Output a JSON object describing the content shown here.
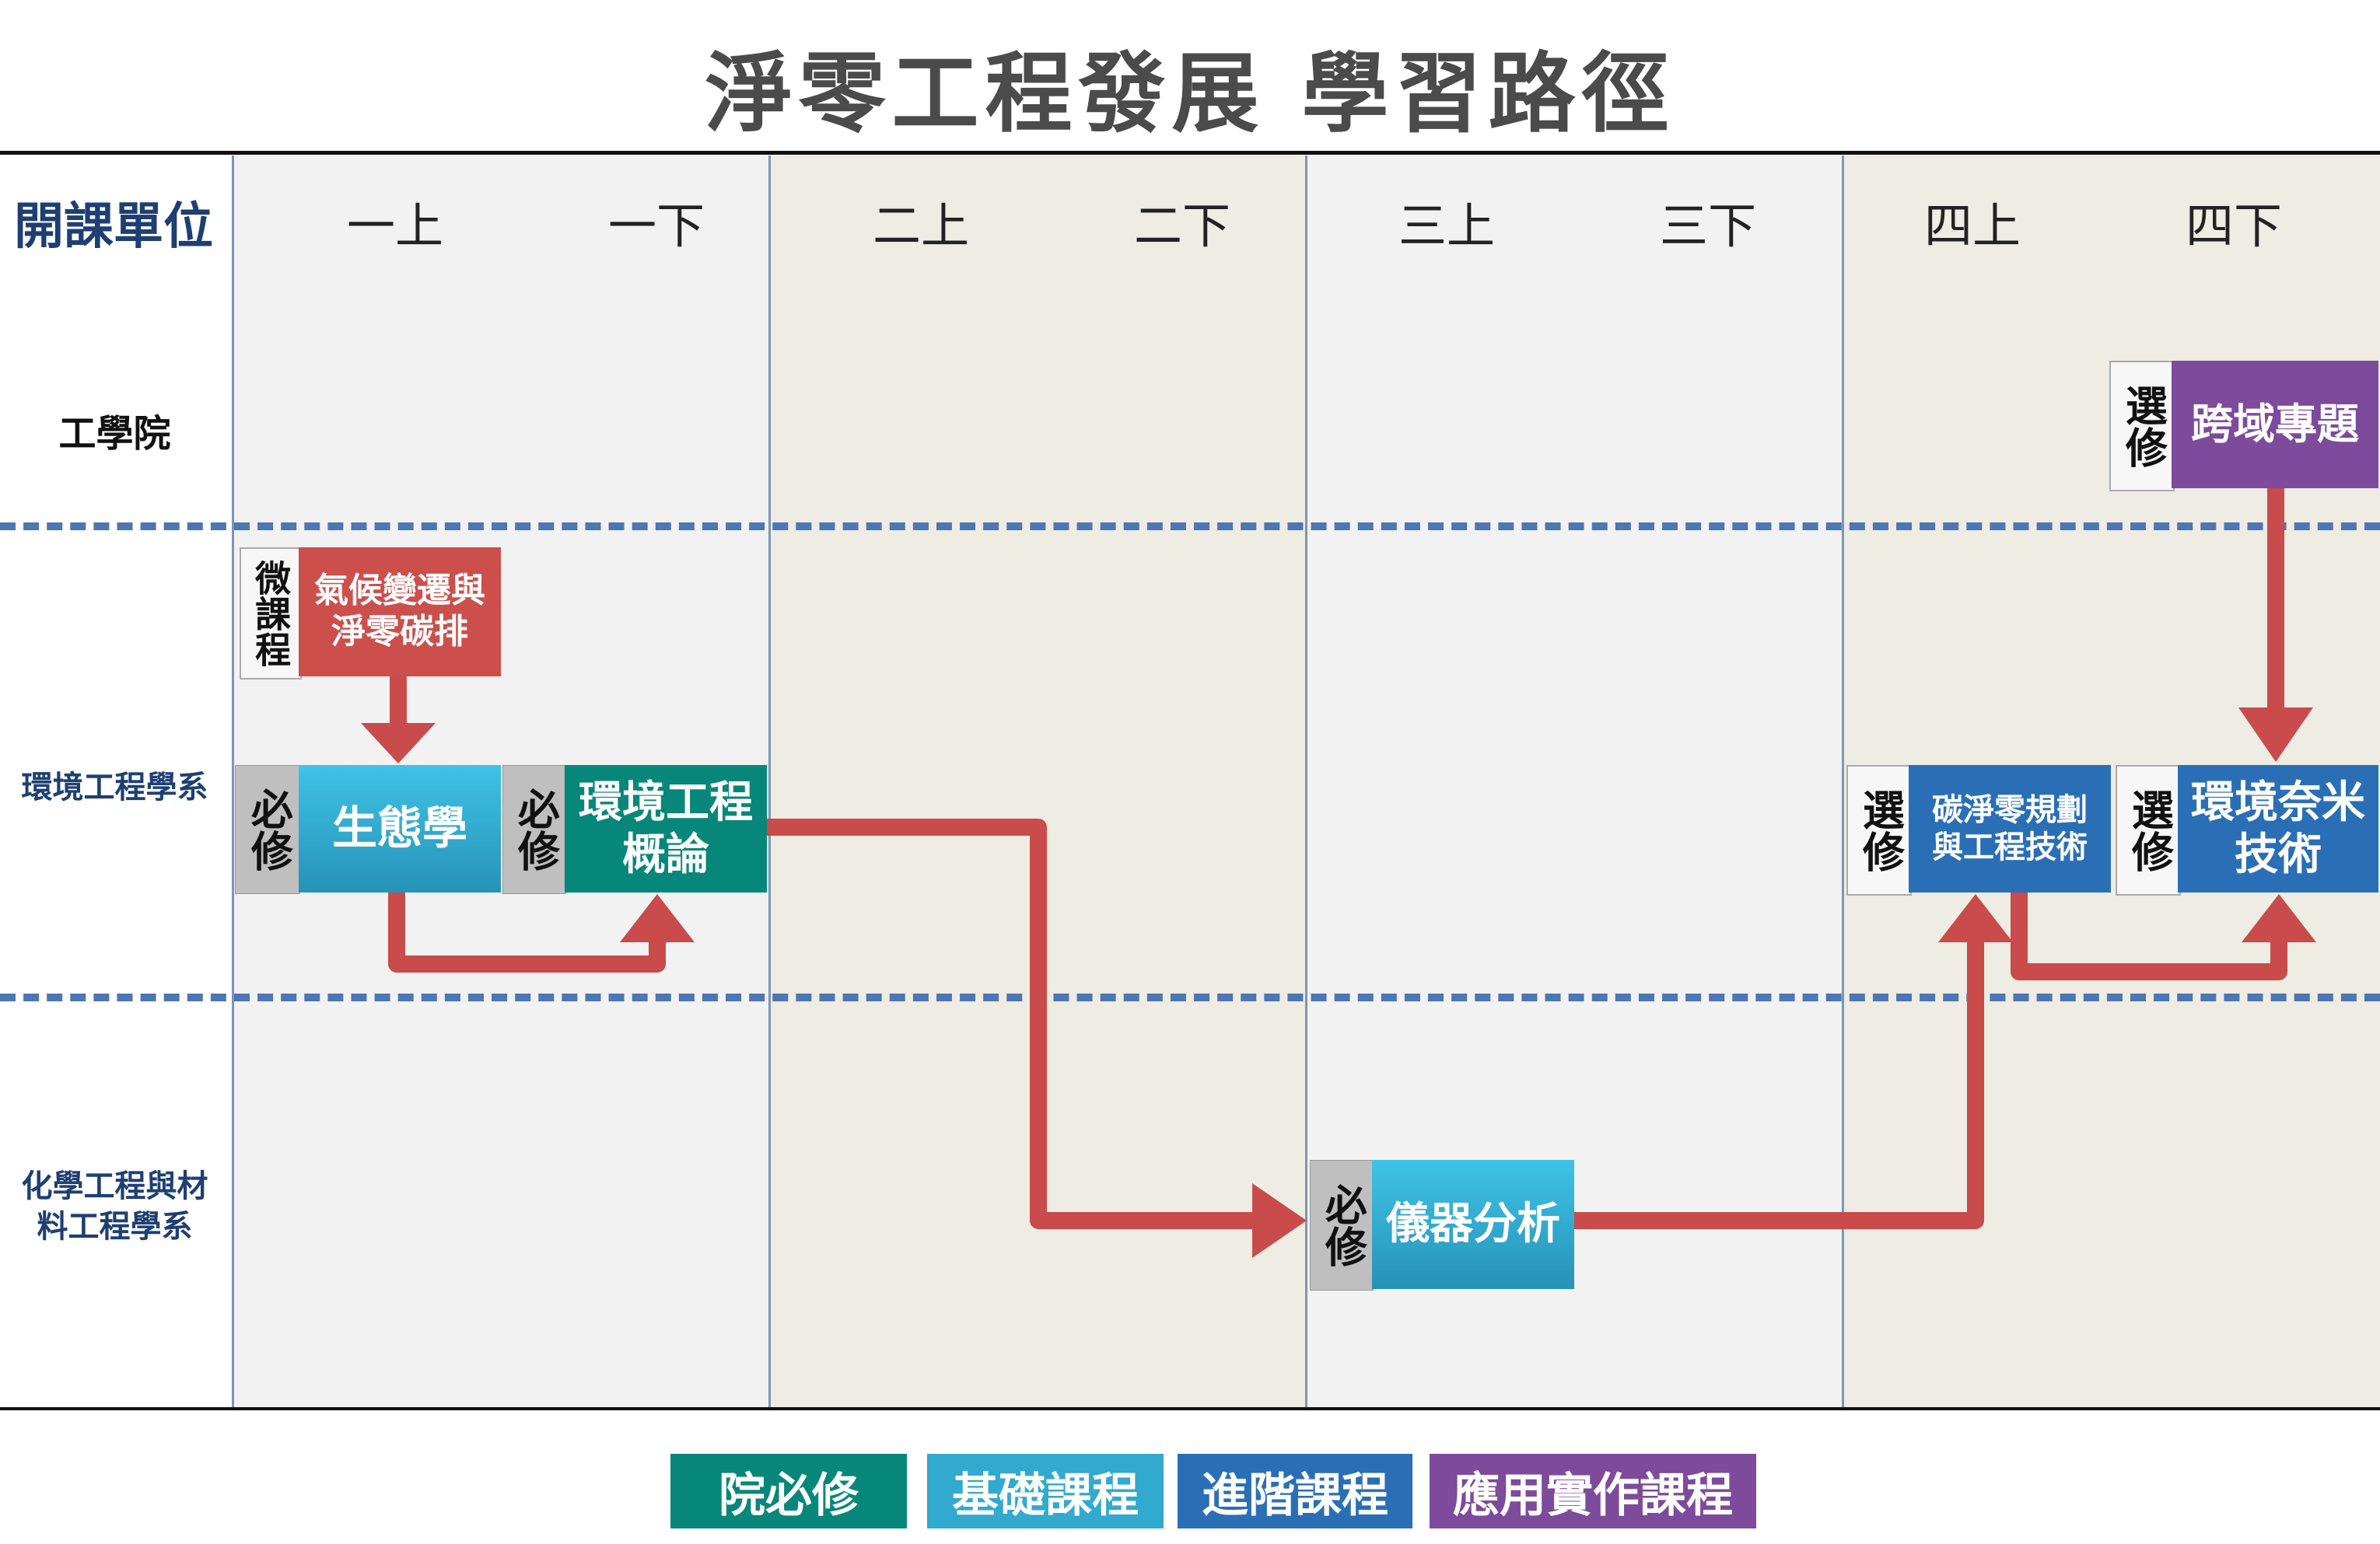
{
  "title": "淨零工程發展  學習路徑",
  "header": {
    "unit_label": "開課單位",
    "semesters": [
      "一上",
      "一下",
      "二上",
      "二下",
      "三上",
      "三下",
      "四上",
      "四下"
    ]
  },
  "units": {
    "engineering": "工學院",
    "environmental": "環境工程學系",
    "chemical_line1": "化學工程與材",
    "chemical_line2": "料工程學系"
  },
  "courses": {
    "climate": {
      "tag": "微課程",
      "line1": "氣候變遷與",
      "line2": "淨零碳排",
      "color": "#cc4f4c"
    },
    "ecology": {
      "tag": "必修",
      "line1": "生態學",
      "color": "#32a9ce"
    },
    "env_intro": {
      "tag": "必修",
      "line1": "環境工程",
      "line2": "概論",
      "color": "#07877a"
    },
    "instrument": {
      "tag": "必修",
      "line1": "儀器分析",
      "color": "#32a9ce"
    },
    "carbon_plan": {
      "tag": "選修",
      "line1": "碳淨零規劃",
      "line2": "與工程技術",
      "color": "#2a6fb6"
    },
    "nano": {
      "tag": "選修",
      "line1": "環境奈米",
      "line2": "技術",
      "color": "#2a6fb6"
    },
    "cross": {
      "tag": "選修",
      "line1": "跨域專題",
      "color": "#7d4a9c"
    }
  },
  "legend": [
    {
      "label": "院必修",
      "color": "#07877a"
    },
    {
      "label": "基礎課程",
      "color": "#32a9ce"
    },
    {
      "label": "進階課程",
      "color": "#2a6fb6"
    },
    {
      "label": "應用實作課程",
      "color": "#7d4a9c"
    }
  ],
  "colors": {
    "arrow": "#c94b4b",
    "dash": "#4d76b4",
    "unit_head": "#1f3f73"
  }
}
